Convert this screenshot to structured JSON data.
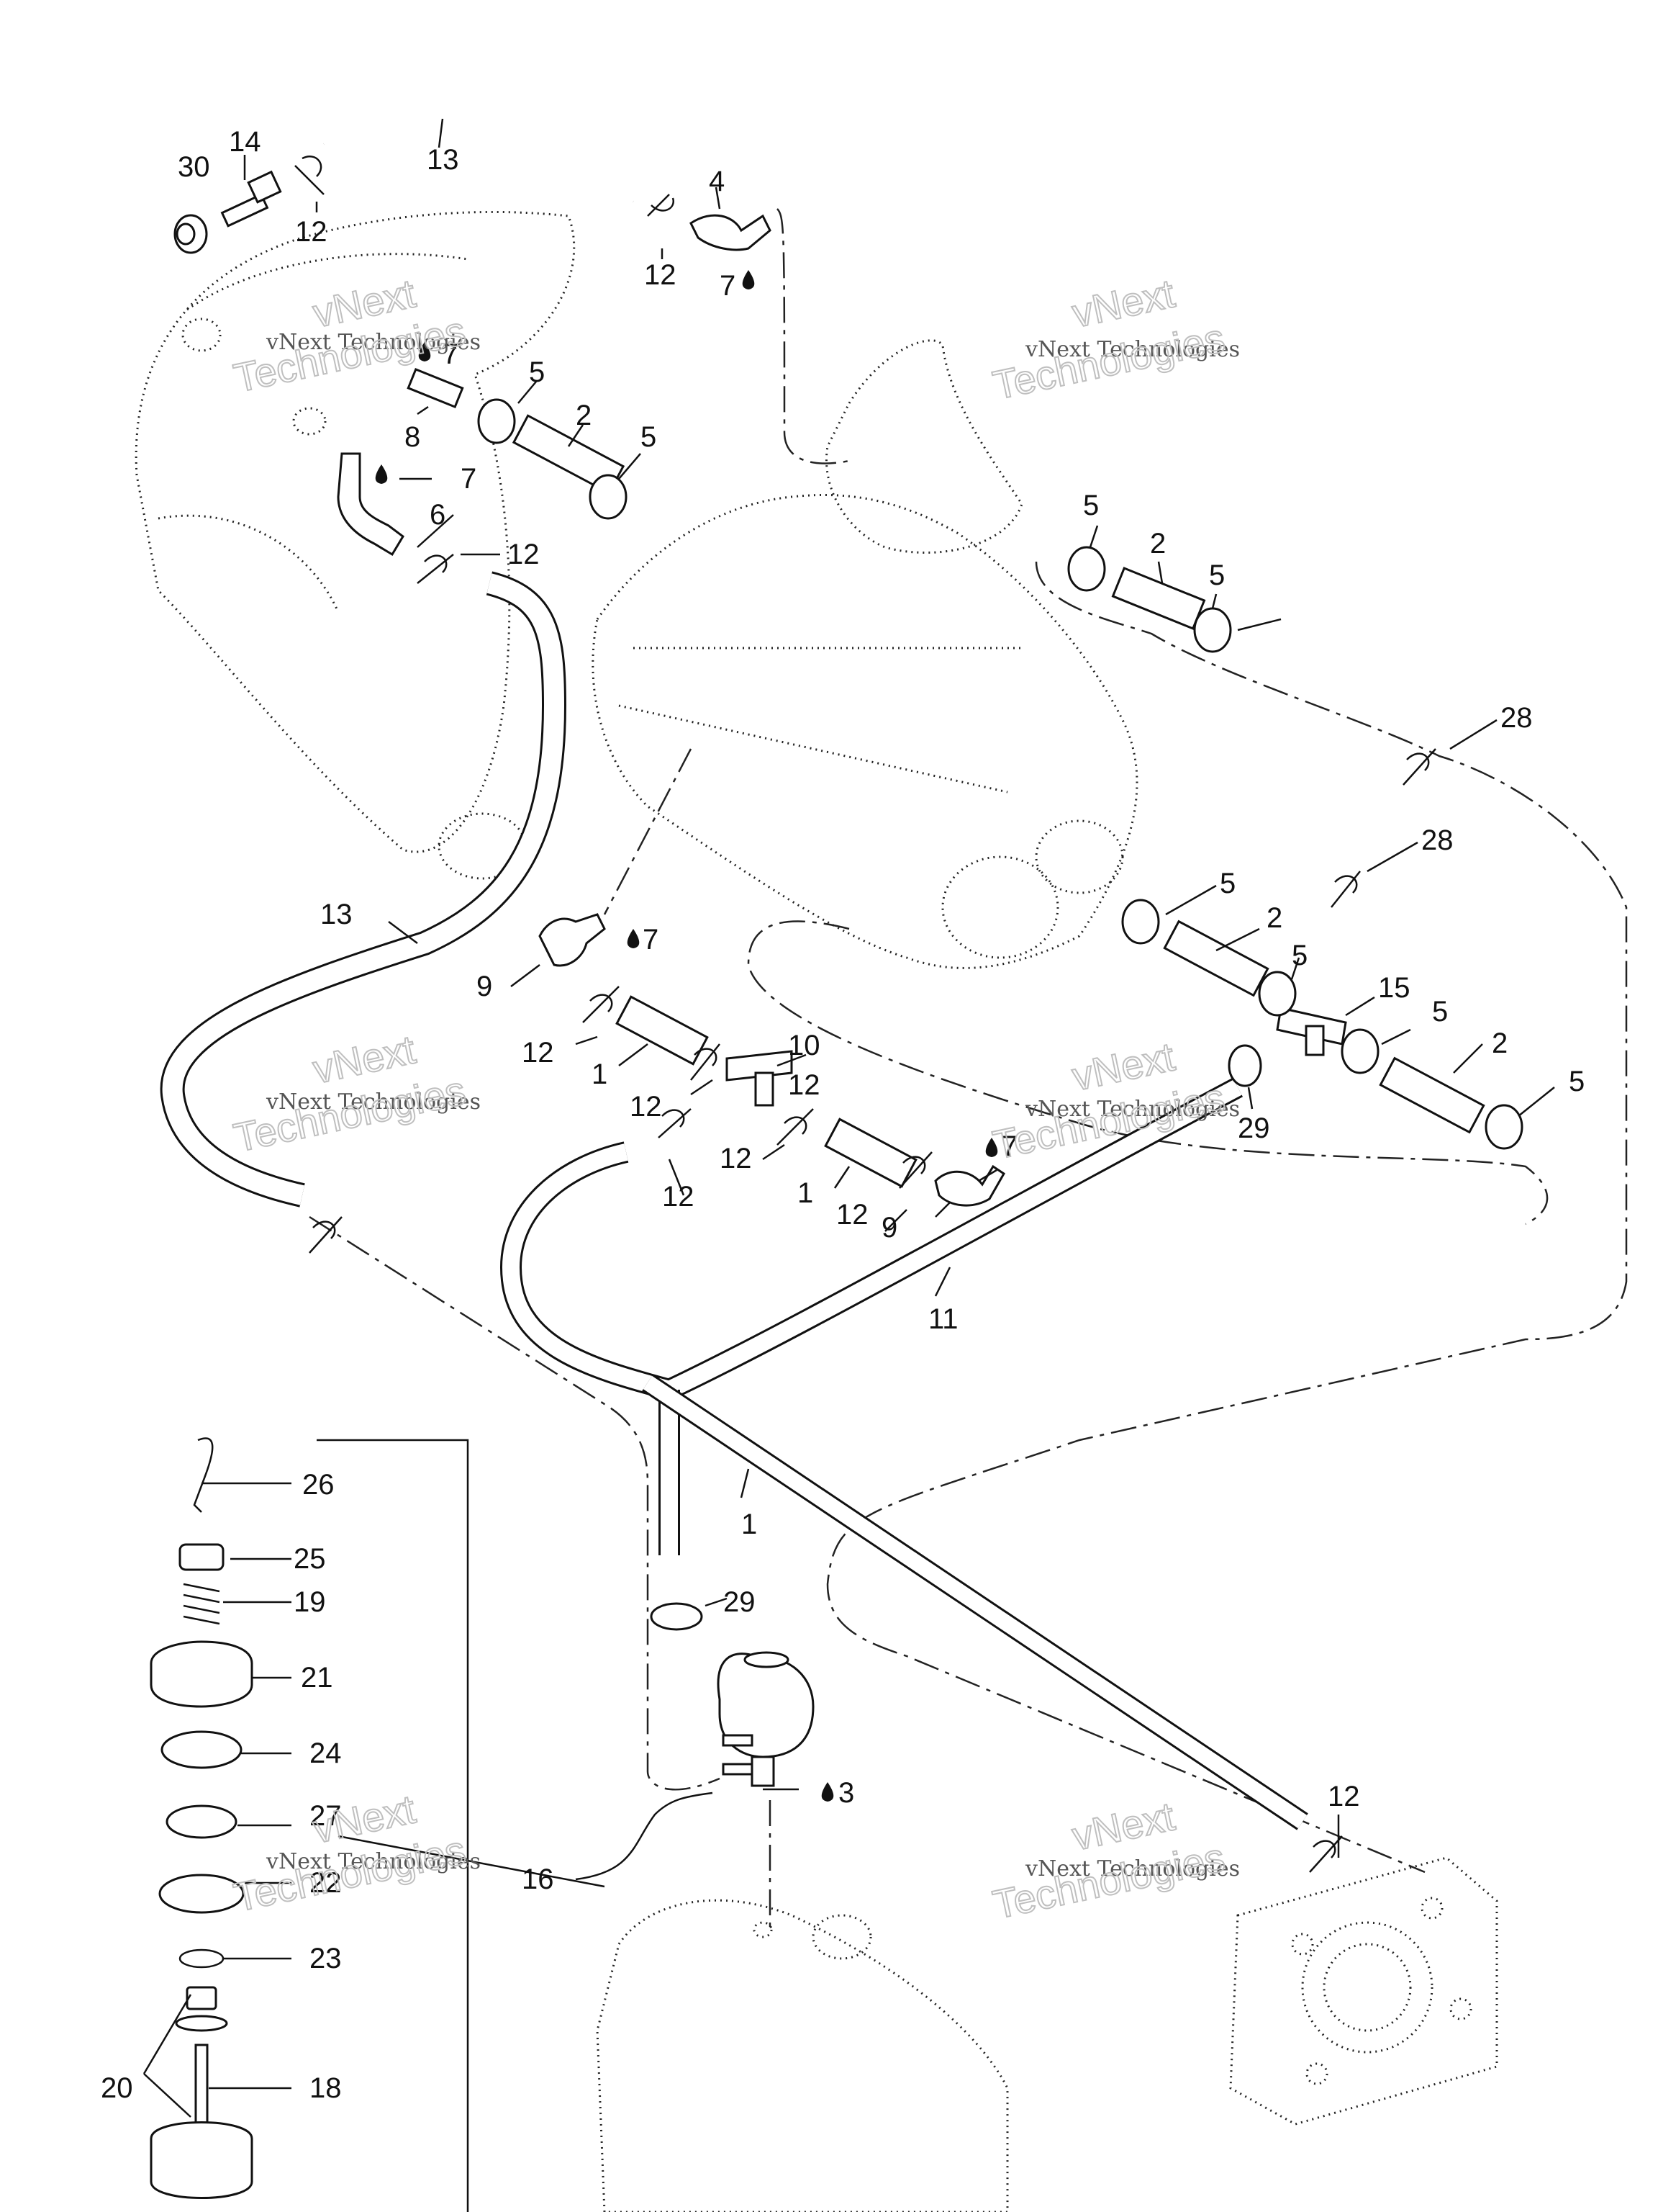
{
  "callouts": [
    {
      "id": "c30a",
      "text": "30"
    },
    {
      "id": "c14",
      "text": "14"
    },
    {
      "id": "c13a",
      "text": "13"
    },
    {
      "id": "c4",
      "text": "4"
    },
    {
      "id": "c12a",
      "text": "12"
    },
    {
      "id": "c12b",
      "text": "12"
    },
    {
      "id": "c7a",
      "text": "7"
    },
    {
      "id": "c7b",
      "text": "7"
    },
    {
      "id": "c5a",
      "text": "5"
    },
    {
      "id": "c2a",
      "text": "2"
    },
    {
      "id": "c8",
      "text": "8"
    },
    {
      "id": "c5b",
      "text": "5"
    },
    {
      "id": "c7c",
      "text": "7"
    },
    {
      "id": "c6",
      "text": "6"
    },
    {
      "id": "c12c",
      "text": "12"
    },
    {
      "id": "c5c",
      "text": "5"
    },
    {
      "id": "c2b",
      "text": "2"
    },
    {
      "id": "c5d",
      "text": "5"
    },
    {
      "id": "c28a",
      "text": "28"
    },
    {
      "id": "c28b",
      "text": "28"
    },
    {
      "id": "c5e",
      "text": "5"
    },
    {
      "id": "c2c",
      "text": "2"
    },
    {
      "id": "c5f",
      "text": "5"
    },
    {
      "id": "c15",
      "text": "15"
    },
    {
      "id": "c5g",
      "text": "5"
    },
    {
      "id": "c2d",
      "text": "2"
    },
    {
      "id": "c5h",
      "text": "5"
    },
    {
      "id": "c29a",
      "text": "29"
    },
    {
      "id": "c13b",
      "text": "13"
    },
    {
      "id": "c7d",
      "text": "7"
    },
    {
      "id": "c9a",
      "text": "9"
    },
    {
      "id": "c12d",
      "text": "12"
    },
    {
      "id": "c1a",
      "text": "1"
    },
    {
      "id": "c10",
      "text": "10"
    },
    {
      "id": "c12e",
      "text": "12"
    },
    {
      "id": "c12f",
      "text": "12"
    },
    {
      "id": "c12g",
      "text": "12"
    },
    {
      "id": "c1b",
      "text": "1"
    },
    {
      "id": "c7e",
      "text": "7"
    },
    {
      "id": "c12h",
      "text": "12"
    },
    {
      "id": "c9b",
      "text": "9"
    },
    {
      "id": "c12i",
      "text": "12"
    },
    {
      "id": "c11",
      "text": "11"
    },
    {
      "id": "c1c",
      "text": "1"
    },
    {
      "id": "c29b",
      "text": "29"
    },
    {
      "id": "c3",
      "text": "3"
    },
    {
      "id": "c12j",
      "text": "12"
    },
    {
      "id": "c16",
      "text": "16"
    },
    {
      "id": "c26",
      "text": "26"
    },
    {
      "id": "c25",
      "text": "25"
    },
    {
      "id": "c19",
      "text": "19"
    },
    {
      "id": "c21",
      "text": "21"
    },
    {
      "id": "c24",
      "text": "24"
    },
    {
      "id": "c27",
      "text": "27"
    },
    {
      "id": "c22",
      "text": "22"
    },
    {
      "id": "c23",
      "text": "23"
    },
    {
      "id": "c20",
      "text": "20"
    },
    {
      "id": "c18",
      "text": "18"
    }
  ],
  "watermarks": [
    {
      "line1": "vNext Technologies",
      "line2": "vNext",
      "line3": "Technologies"
    },
    {
      "line1": "vNext Technologies",
      "line2": "vNext",
      "line3": "Technologies"
    },
    {
      "line1": "vNext Technologies",
      "line2": "vNext",
      "line3": "Technologies"
    },
    {
      "line1": "vNext Technologies",
      "line2": "vNext",
      "line3": "Technologies"
    },
    {
      "line1": "vNext Technologies",
      "line2": "vNext",
      "line3": "Technologies"
    },
    {
      "line1": "vNext Technologies",
      "line2": "vNext",
      "line3": "Technologies"
    }
  ],
  "colors": {
    "ink": "#111111",
    "watermark": "#bfbfbf"
  }
}
